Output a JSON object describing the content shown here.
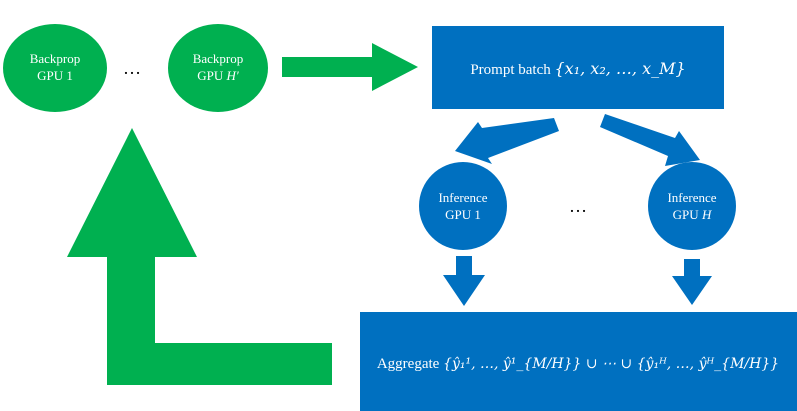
{
  "colors": {
    "green": "#00b050",
    "blue": "#0070c0",
    "text_on_shape": "#ffffff",
    "text": "#000000"
  },
  "backprop": {
    "gpu1": {
      "line1": "Backprop",
      "line2": "GPU 1"
    },
    "gpuH": {
      "line1": "Backprop",
      "line2": "GPU ",
      "var": "H′"
    },
    "ellipsis": "…"
  },
  "prompt_batch": {
    "label": "Prompt batch ",
    "set": "{x₁, x₂, …, x_M}"
  },
  "inference": {
    "gpu1": {
      "line1": "Inference",
      "line2": "GPU 1"
    },
    "gpuH": {
      "line1": "Inference",
      "line2": "GPU ",
      "var": "H"
    },
    "ellipsis": "…"
  },
  "aggregate": {
    "label": "Aggregate ",
    "expr": "{ŷ₁¹, …, ŷ¹_{M/H}} ∪ ⋯ ∪ {ŷ₁ᴴ, …, ŷᴴ_{M/H}}"
  }
}
